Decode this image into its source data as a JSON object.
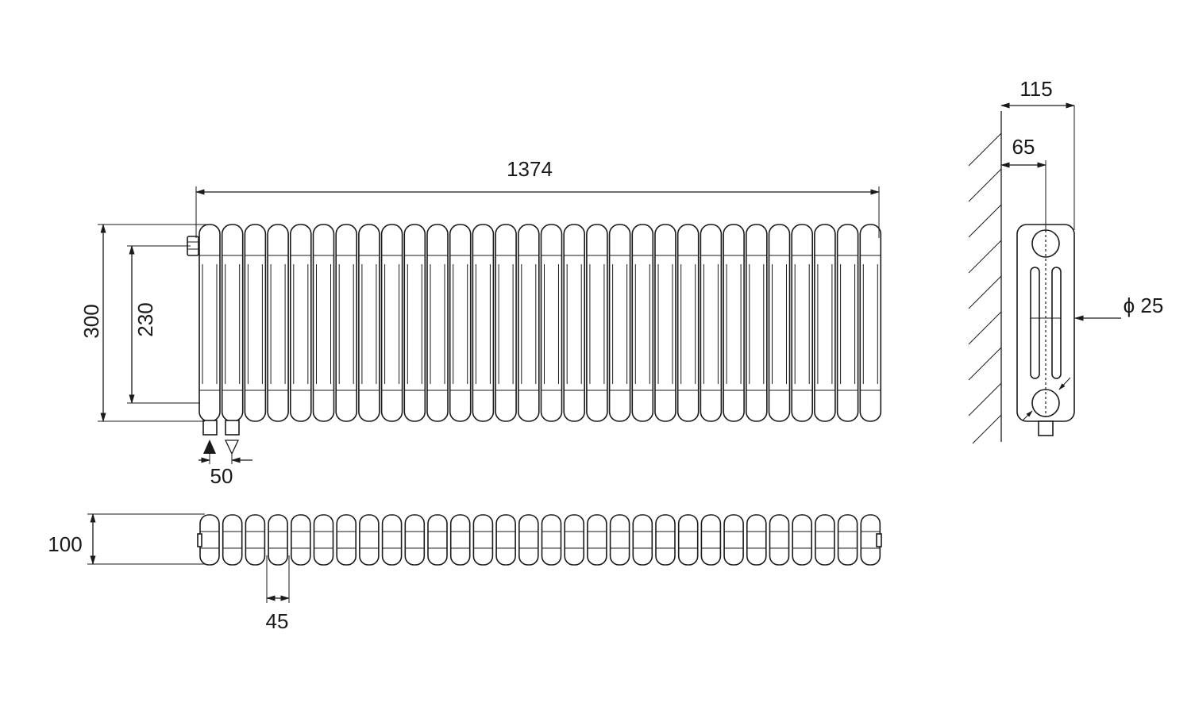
{
  "colors": {
    "stroke": "#1a1a1a",
    "background": "#ffffff"
  },
  "dimensions": {
    "total_length": "1374",
    "height": "300",
    "pipe_centres": "230",
    "pipe_spacing": "50",
    "depth_top": "100",
    "section_width": "45",
    "side_depth": "115",
    "wall_to_centre": "65",
    "pipe_diameter": "ϕ 25"
  },
  "drawing": {
    "section_count": 30,
    "symbols": [
      "flow-arrow-filled-icon",
      "return-arrow-outline-icon"
    ]
  }
}
